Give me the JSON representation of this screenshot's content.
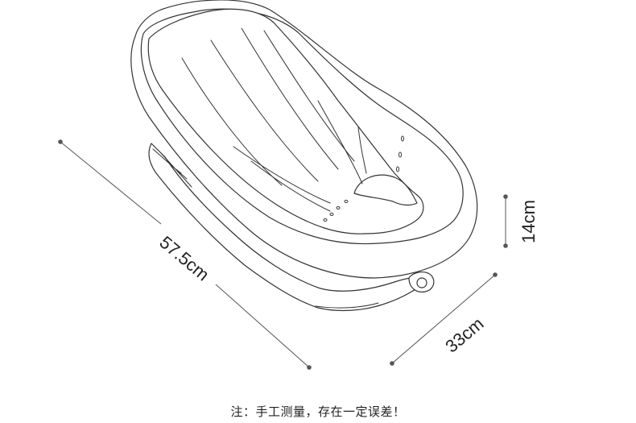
{
  "dimensions": {
    "length": "57.5cm",
    "width": "33cm",
    "height": "14cm"
  },
  "note": "注：手工测量，存在一定误差！"
}
